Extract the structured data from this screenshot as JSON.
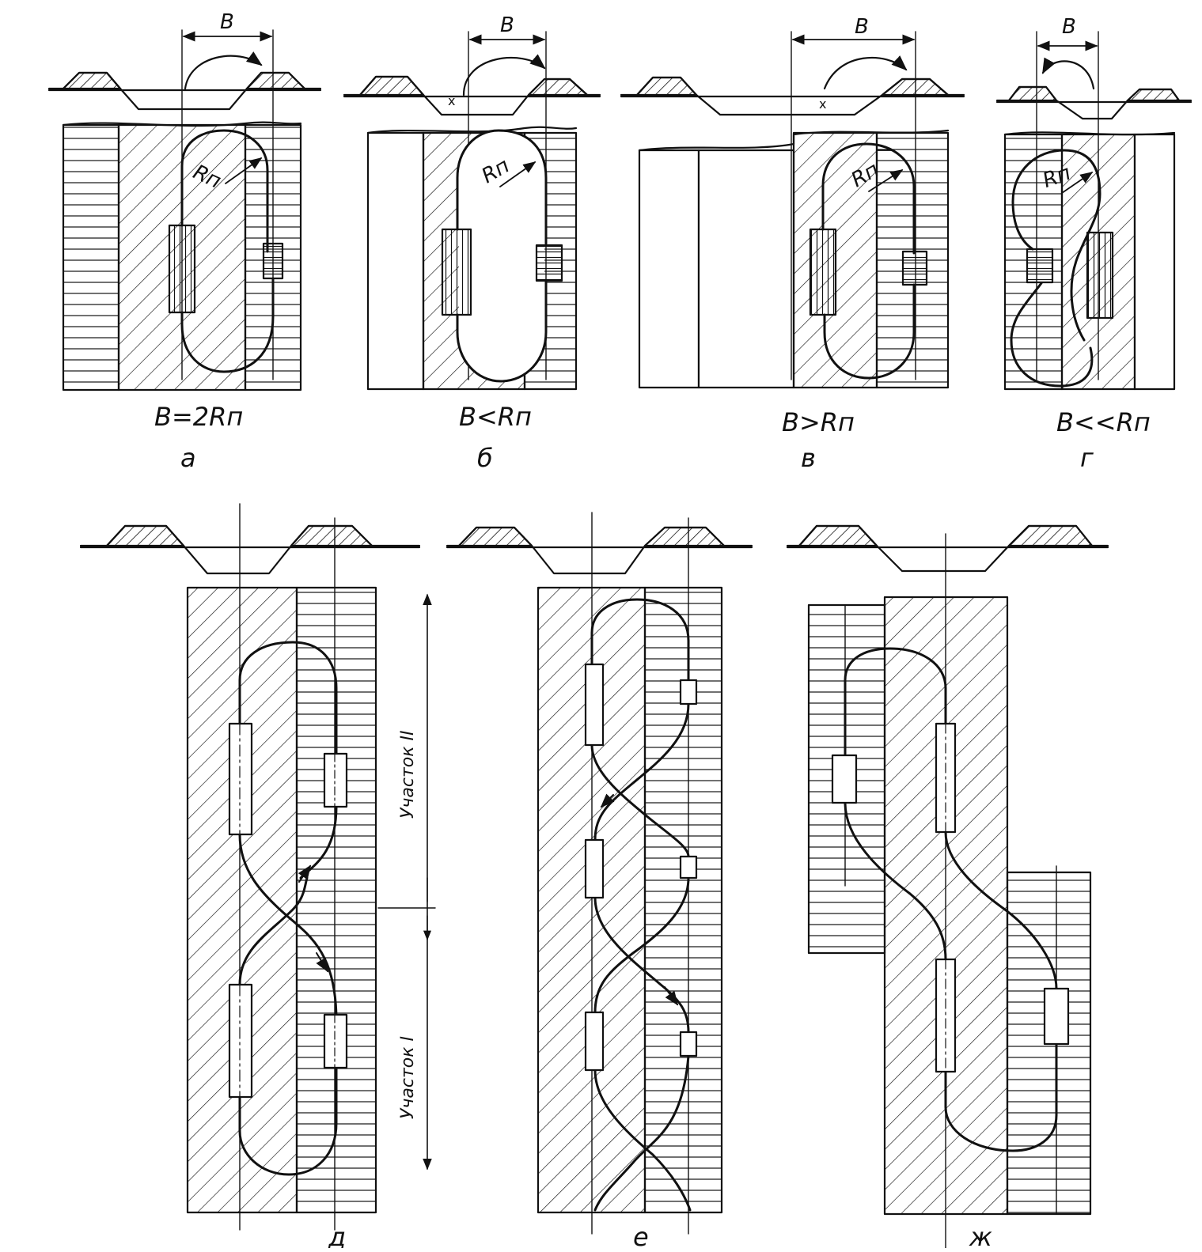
{
  "panels": [
    {
      "id": "a",
      "letter": "а",
      "formula": "B=2Rп",
      "dim": "B",
      "radius": "Rп"
    },
    {
      "id": "b",
      "letter": "б",
      "formula": "B<Rп",
      "dim": "B",
      "radius": "Rп"
    },
    {
      "id": "v",
      "letter": "в",
      "formula": "B>Rп",
      "dim": "B",
      "radius": "Rп"
    },
    {
      "id": "g",
      "letter": "г",
      "formula": "B<<Rп",
      "dim": "B",
      "radius": "Rп"
    },
    {
      "id": "d",
      "letter": "д",
      "section2": "Участок II",
      "section1": "Участок I"
    },
    {
      "id": "e",
      "letter": "е"
    },
    {
      "id": "zh",
      "letter": "ж"
    }
  ],
  "colors": {
    "ink": "#111111",
    "paper": "#ffffff"
  }
}
